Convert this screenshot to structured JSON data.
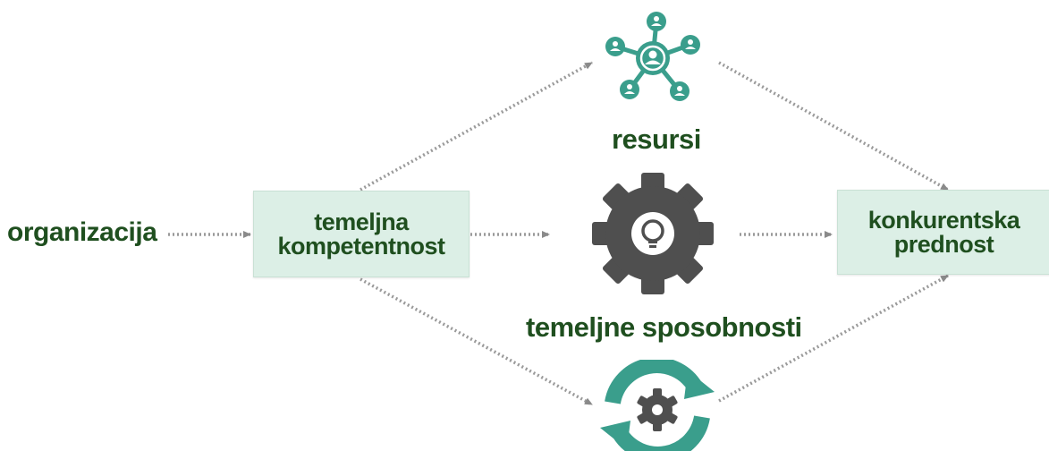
{
  "nodes": {
    "organization": {
      "label": "organizacija"
    },
    "core_competence": {
      "line1": "temeljna",
      "line2": "kompetentnost"
    },
    "resources": {
      "label": "resursi",
      "icon": "network-people-icon"
    },
    "core_capabilities": {
      "label": "temeljne sposobnosti",
      "icon": "gear-lightbulb-icon"
    },
    "processes": {
      "icon": "gear-refresh-icon"
    },
    "competitive_advantage": {
      "line1": "konkurentska",
      "line2": "prednost"
    }
  },
  "colors": {
    "text": "#1f4f1f",
    "box_fill": "#dcefe6",
    "teal": "#3a9e8c",
    "gear": "#4f4f4f",
    "arrow": "#9a9a9a"
  }
}
